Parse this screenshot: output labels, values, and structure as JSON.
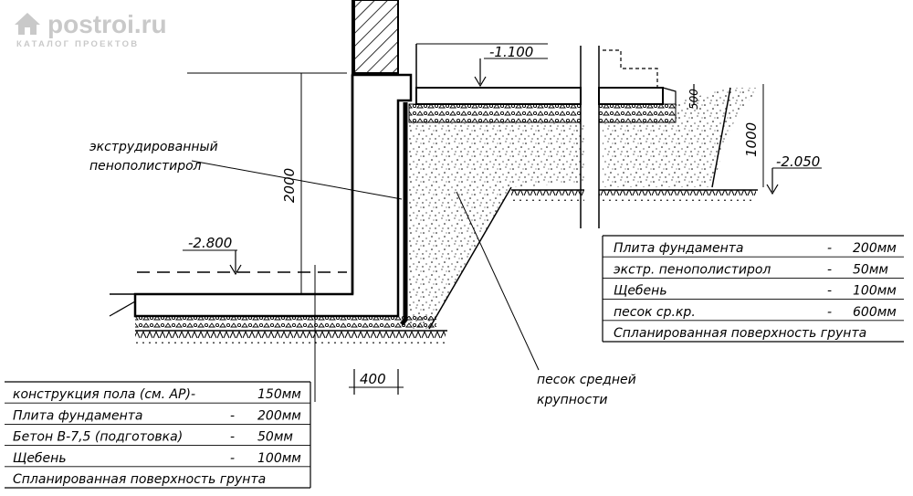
{
  "watermark": {
    "site": "postroi.ru",
    "subtitle": "КАТАЛОГ ПРОЕКТОВ"
  },
  "annotations": {
    "insulation_label_line1": "экструдированный",
    "insulation_label_line2": "пенополистирол",
    "sand_label_line1": "песок средней",
    "sand_label_line2": "крупности",
    "dim_height_2000": "2000",
    "dim_height_1000": "1000",
    "dim_width_400": "400",
    "dim_500": "500"
  },
  "levels": {
    "level_top": "-1.100",
    "level_ground": "-2.050",
    "level_basement": "-2.800"
  },
  "spec_right": {
    "rows": [
      {
        "name": "Плита фундамента",
        "dash": "-",
        "value": "200мм"
      },
      {
        "name": "экстр. пенополистирол",
        "dash": "-",
        "value": "50мм"
      },
      {
        "name": "Щебень",
        "dash": "-",
        "value": "100мм"
      },
      {
        "name": "песок ср.кр.",
        "dash": "-",
        "value": "600мм"
      },
      {
        "name": "Спланированная поверхность грунта",
        "dash": "",
        "value": ""
      }
    ]
  },
  "spec_left": {
    "rows": [
      {
        "name": "конструкция пола (см. АР)-",
        "dash": "",
        "value": "150мм"
      },
      {
        "name": "Плита фундамента",
        "dash": "-",
        "value": "200мм"
      },
      {
        "name": "Бетон В-7,5 (подготовка)",
        "dash": "-",
        "value": "50мм"
      },
      {
        "name": "Щебень",
        "dash": "-",
        "value": "100мм"
      },
      {
        "name": "Спланированная поверхность грунта",
        "dash": "",
        "value": ""
      }
    ]
  }
}
